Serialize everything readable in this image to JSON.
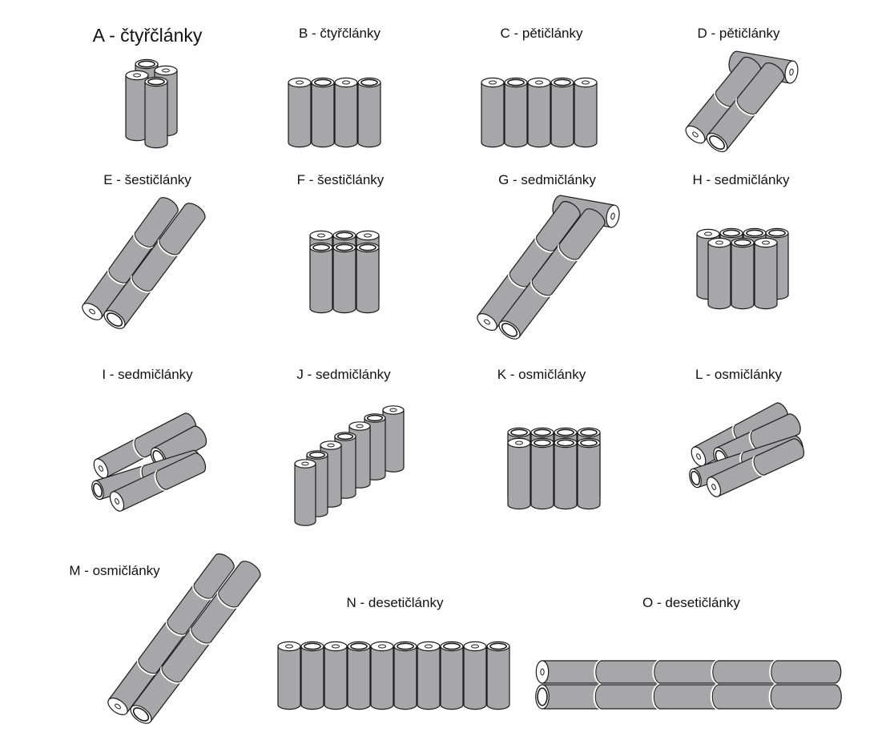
{
  "colors": {
    "cell_body": "#a7a7a9",
    "cell_outline": "#1a1a1a",
    "cell_cap": "#ffffff",
    "background": "#ffffff"
  },
  "panels": {
    "A": {
      "label": "A - čtyřčlánky",
      "cells": 4
    },
    "B": {
      "label": "B - čtyřčlánky",
      "cells": 4
    },
    "C": {
      "label": "C - pětičlánky",
      "cells": 5
    },
    "D": {
      "label": "D - pětičlánky",
      "cells": 5
    },
    "E": {
      "label": "E - šestičlánky",
      "cells": 6
    },
    "F": {
      "label": "F - šestičlánky",
      "cells": 6
    },
    "G": {
      "label": "G - sedmičlánky",
      "cells": 7
    },
    "H": {
      "label": "H - sedmičlánky",
      "cells": 7
    },
    "I": {
      "label": "I - sedmičlánky",
      "cells": 7
    },
    "J": {
      "label": "J - sedmičlánky",
      "cells": 7
    },
    "K": {
      "label": "K - osmičlánky",
      "cells": 8
    },
    "L": {
      "label": "L - osmičlánky",
      "cells": 8
    },
    "M": {
      "label": "M - osmičlánky",
      "cells": 8
    },
    "N": {
      "label": "N - desetičlánky",
      "cells": 10
    },
    "O": {
      "label": "O - desetičlánky",
      "cells": 10
    }
  }
}
